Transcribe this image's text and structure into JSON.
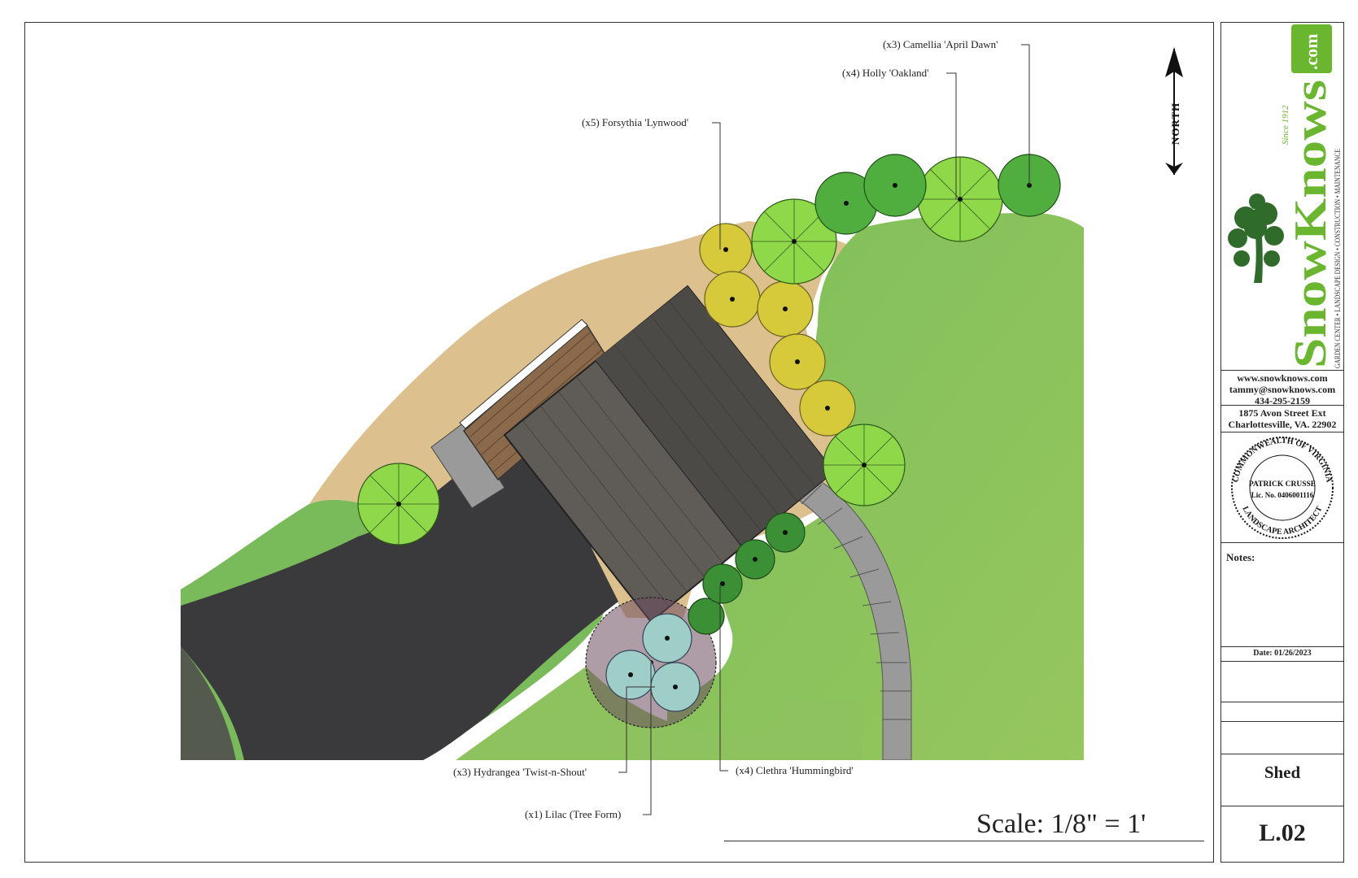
{
  "labels": {
    "camellia": "(x3) Camellia 'April Dawn'",
    "holly": "(x4) Holly 'Oakland'",
    "forsythia": "(x5) Forsythia 'Lynwood'",
    "hydrangea": "(x3) Hydrangea 'Twist-n-Shout'",
    "lilac": "(x1) Lilac (Tree Form)",
    "clethra": "(x4) Clethra 'Hummingbird'"
  },
  "north_label": "NORTH",
  "scale": "Scale: 1/8\" = 1'",
  "title_block": {
    "logo": {
      "name": "SnowKnows",
      "domain": ".com",
      "since": "Since 1912",
      "tagline": "GARDEN CENTER • LANDSCAPE DESIGN • CONSTRUCTION • MAINTENANCE"
    },
    "website": "www.snowknows.com",
    "email": "tammy@snowknows.com",
    "phone": "434-295-2159",
    "address_line1": "1875 Avon Street Ext",
    "address_line2": "Charlottesville, VA. 22902",
    "seal": {
      "top": "COMMONWEALTH OF VIRGINIA",
      "name": "PATRICK CRUSSE",
      "license": "Lic. No. 0406001116",
      "bottom": "LANDSCAPE ARCHITECT"
    },
    "notes_label": "Notes:",
    "date": "Date: 01/26/2023",
    "sheet_title": "Shed",
    "sheet_number": "L.02"
  },
  "colors": {
    "lawn": "#8cc05e",
    "lawn_dark": "#6eb55a",
    "mulch": "#dcc08e",
    "driveway": "#3a3a3c",
    "roof": "#5f5c58",
    "paver": "#9a9a9a",
    "forsythia": "#d6c93a",
    "holly": "#8fd84a",
    "camellia": "#4fae3e",
    "hydrangea": "#9fcdc8",
    "clethra": "#3b8f34",
    "lilac": "#6b4d5e",
    "brand_green": "#6ab62e"
  }
}
